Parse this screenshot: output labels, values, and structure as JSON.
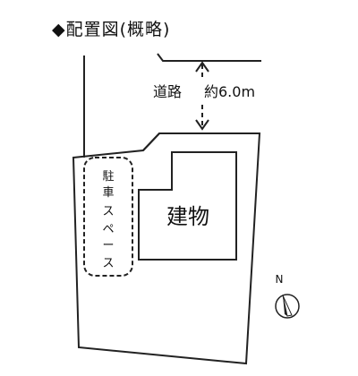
{
  "heading": "◆配置図(概略)",
  "road": {
    "label": "道路",
    "width": "約6.0m"
  },
  "parking": {
    "chars": [
      "駐",
      "車",
      "ス",
      "ペ",
      "ー",
      "ス"
    ]
  },
  "building": {
    "label": "建物"
  },
  "compass": {
    "label": "N"
  }
}
